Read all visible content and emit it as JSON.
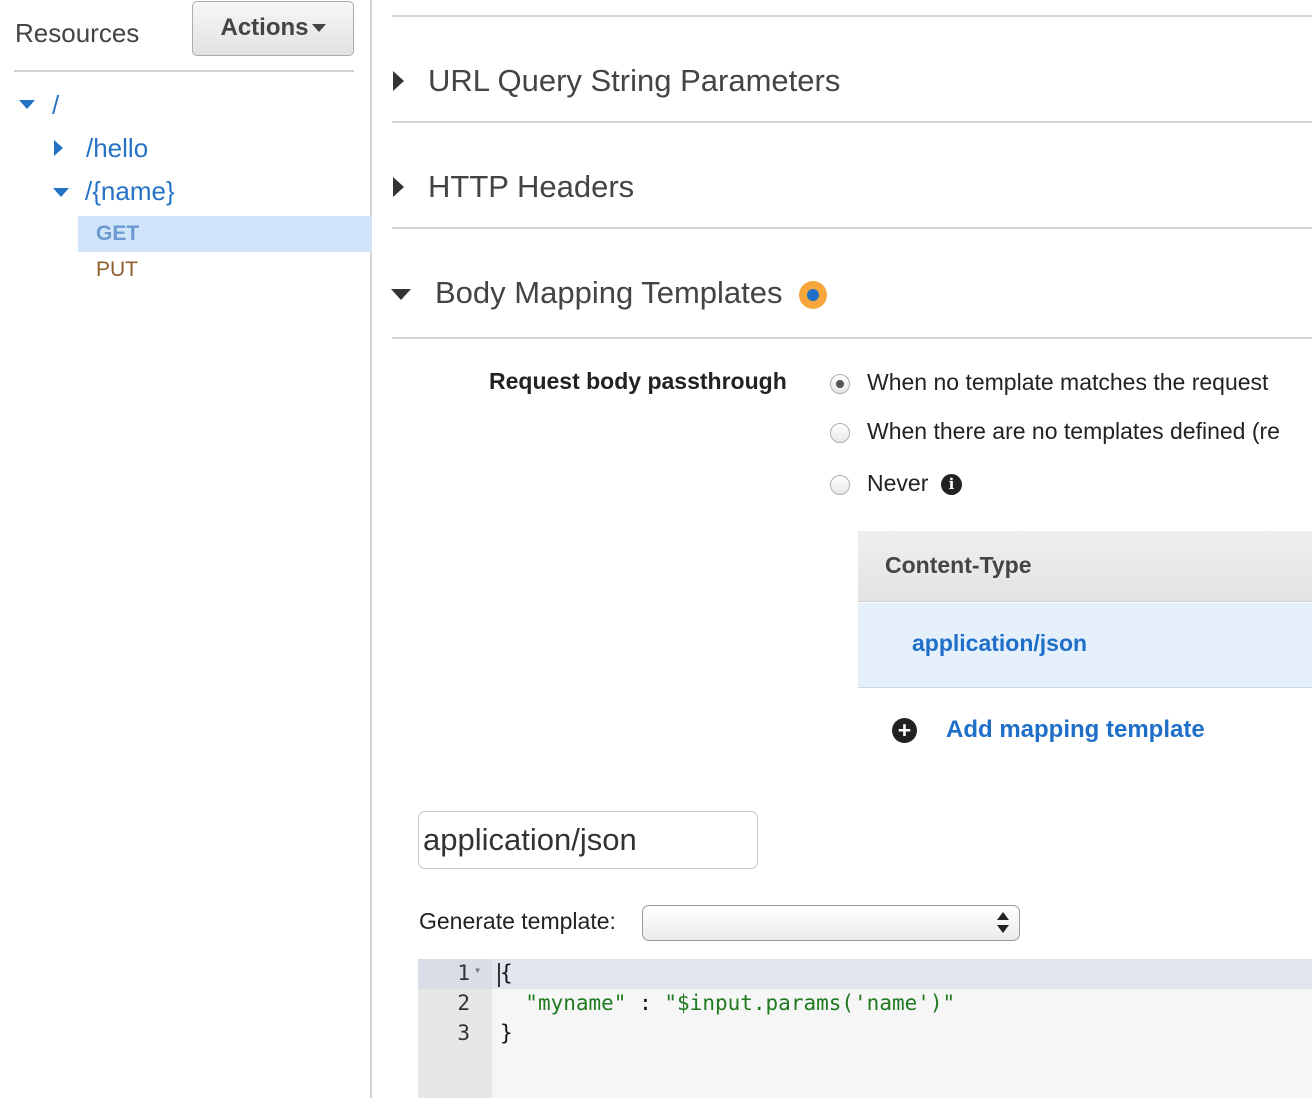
{
  "sidebar": {
    "title": "Resources",
    "actions_label": "Actions",
    "tree": {
      "root": "/",
      "hello": "/hello",
      "name": "/{name}",
      "methods": [
        "GET",
        "PUT"
      ],
      "selected_method": "GET"
    }
  },
  "sections": {
    "url_query": "URL Query String Parameters",
    "http_headers": "HTTP Headers",
    "body_mapping": "Body Mapping Templates"
  },
  "passthrough": {
    "label": "Request body passthrough",
    "options": [
      "When no template matches the request",
      "When there are no templates defined (re",
      "Never"
    ],
    "selected_index": 0
  },
  "content_type_table": {
    "header": "Content-Type",
    "rows": [
      "application/json"
    ]
  },
  "add_template_label": "Add mapping template",
  "content_type_input": {
    "value": "application/json"
  },
  "generate_template": {
    "label": "Generate template:",
    "selected": ""
  },
  "editor": {
    "line_numbers": [
      "1",
      "2",
      "3"
    ],
    "lines": {
      "l1": "{",
      "l2_key": "\"myname\"",
      "l2_sep": " : ",
      "l2_val": "\"$input.params('name')\"",
      "l3": "}"
    }
  },
  "colors": {
    "link": "#2673c6",
    "selected_bg": "#d0e5f9",
    "badge": "#f6a63b",
    "string": "#1e7a1e"
  }
}
